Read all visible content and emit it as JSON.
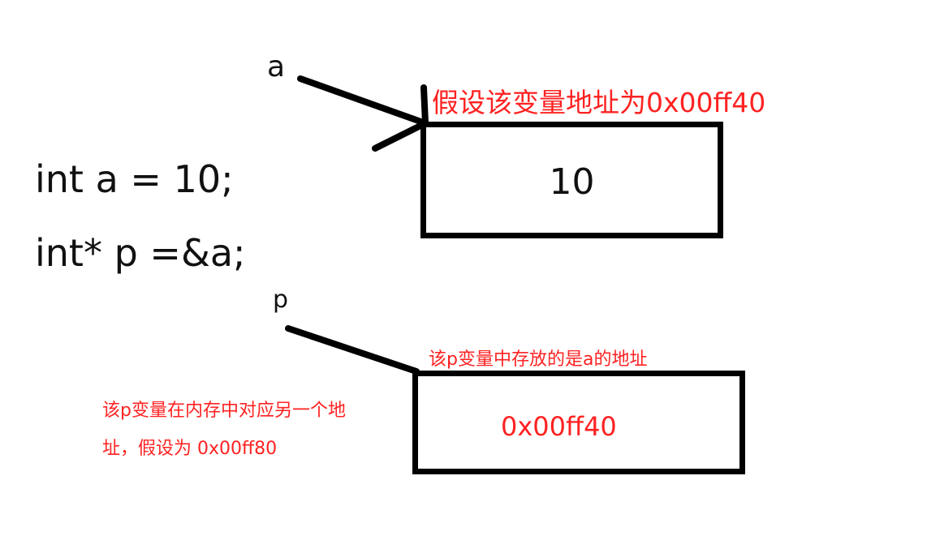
{
  "code": {
    "line1": "int a = 10;",
    "line2": "int* p =&a;"
  },
  "var_a": {
    "label": "a",
    "value": "10",
    "address_note": "假设该变量地址为0x00ff40"
  },
  "var_p": {
    "label": "p",
    "value": "0x00ff40",
    "content_note": "该p变量中存放的是a的地址",
    "address_note_line1": "该p变量在内存中对应另一个地",
    "address_note_line2": "址，假设为 0x00ff80"
  },
  "colors": {
    "annotation": "#ff2222",
    "stroke": "#000000"
  }
}
